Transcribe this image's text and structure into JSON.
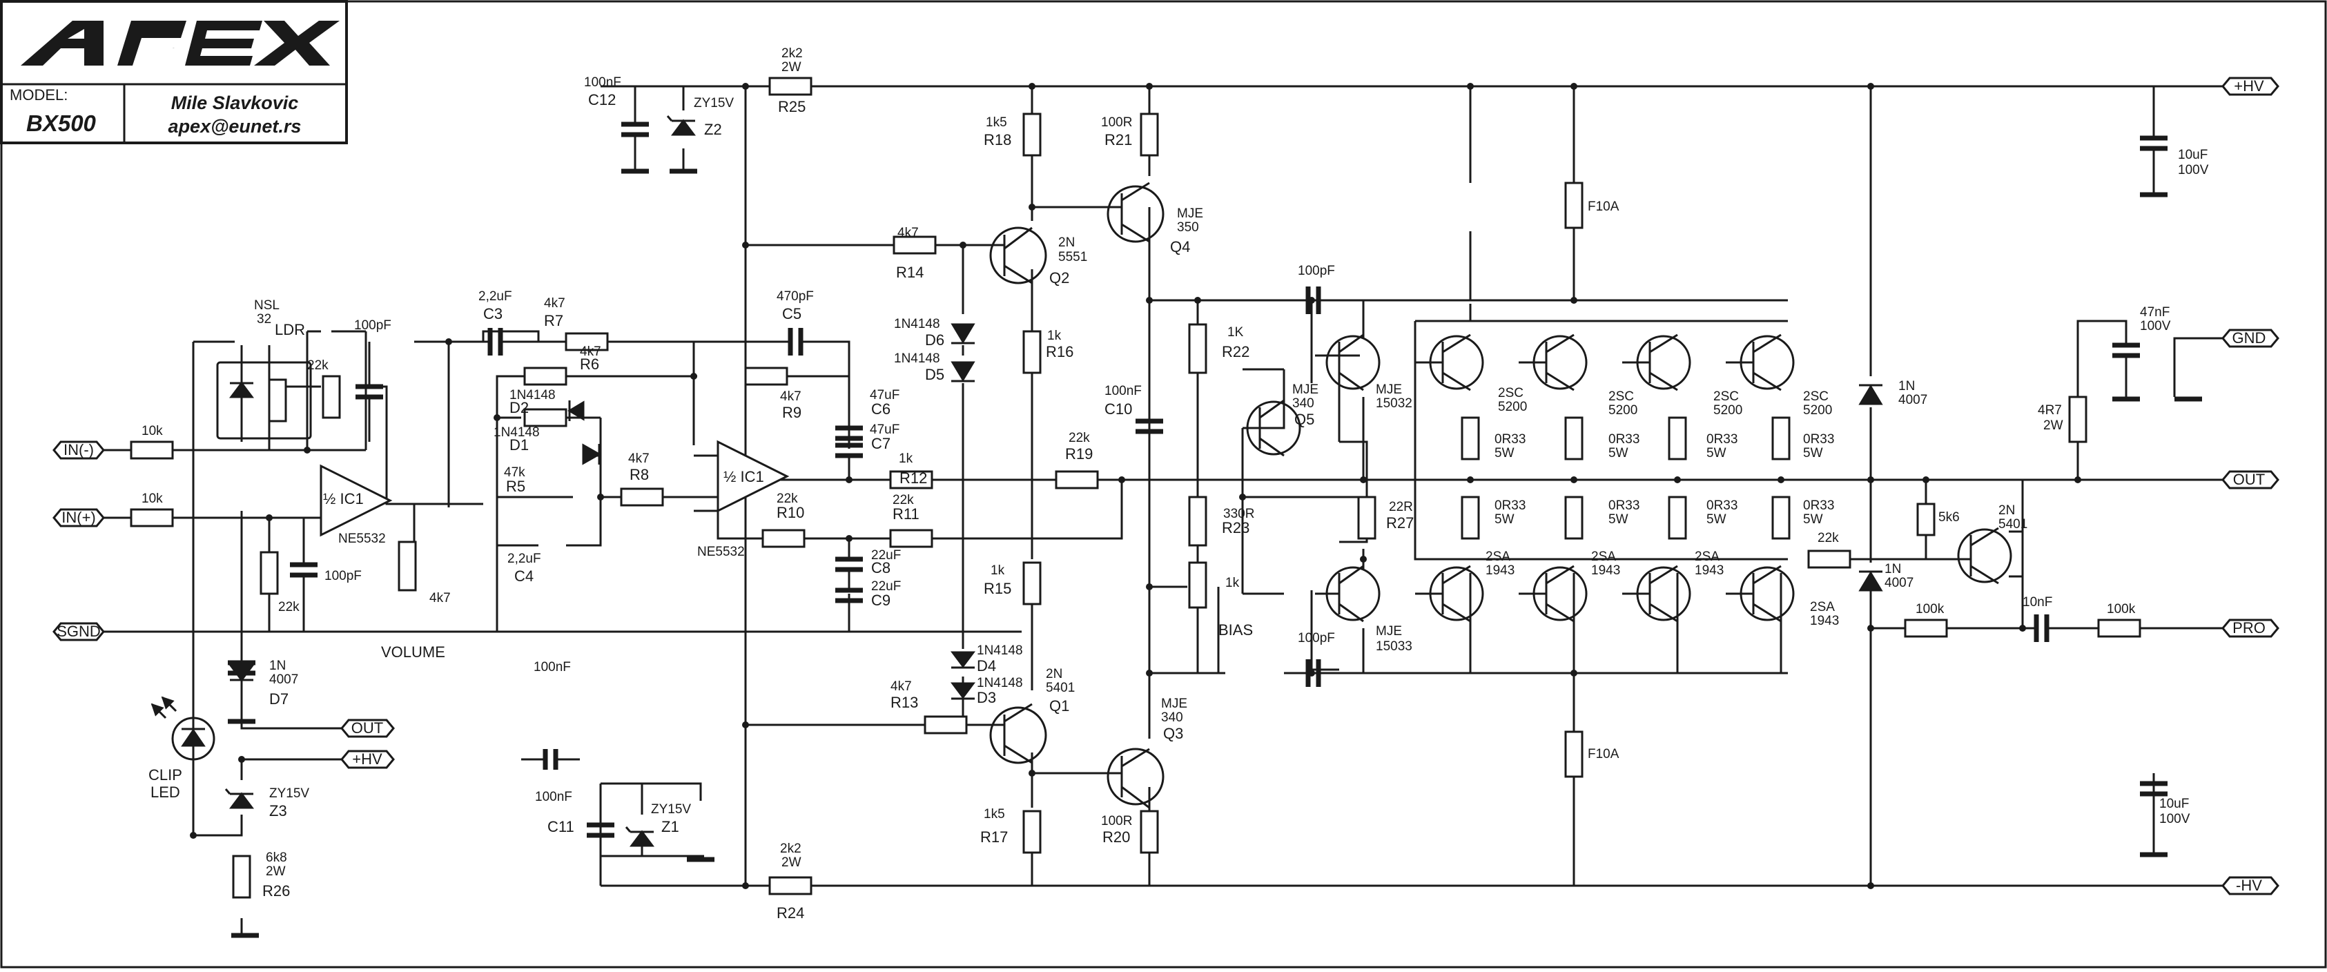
{
  "title_block": {
    "logo_text": "APEX",
    "model_label": "MODEL:",
    "model": "BX500",
    "author": "Mile Slavkovic",
    "email": "apex@eunet.rs"
  },
  "ports": {
    "in_minus": "IN(-)",
    "in_plus": "IN(+)",
    "sgnd": "SGND",
    "out_small": "OUT",
    "hv_small": "+HV",
    "hv_pos": "+HV",
    "gnd": "GND",
    "out": "OUT",
    "pro": "PRO",
    "hv_neg": "-HV"
  },
  "labels": {
    "nsl": "NSL",
    "nsl32": "32",
    "ldr": "LDR",
    "r22k_a": "22k",
    "c100pf_a": "100pF",
    "r10k_a": "10k",
    "r10k_b": "10k",
    "ic1_a": "½ IC1",
    "ne5532_a": "NE5532",
    "r22k_b": "22k",
    "c100pf_b": "100pF",
    "vol_4k7": "4k7",
    "volume": "VOLUME",
    "d7_type": "1N",
    "d7_type2": "4007",
    "d7": "D7",
    "clip": "CLIP",
    "led": "LED",
    "z3_type": "ZY15V",
    "z3": "Z3",
    "r26_v1": "6k8",
    "r26_v2": "2W",
    "r26": "R26",
    "c3_v": "2,2uF",
    "c3": "C3",
    "r7_v": "4k7",
    "r7": "R7",
    "r6_v": "4k7",
    "r6": "R6",
    "d2_type": "1N4148",
    "d2": "D2",
    "d1_type": "1N4148",
    "d1": "D1",
    "r5_v": "47k",
    "r5": "R5",
    "r8_v": "4k7",
    "r8": "R8",
    "c4_v": "2,2uF",
    "c4": "C4",
    "c100nf_sg": "100nF",
    "c5_v": "470pF",
    "c5": "C5",
    "r9_v": "4k7",
    "r9": "R9",
    "c6_v": "47uF",
    "c6": "C6",
    "c7_v": "47uF",
    "c7": "C7",
    "r12_v": "1k",
    "r12": "R12",
    "ic1_b": "½ IC1",
    "ne5532_b": "NE5532",
    "r10_v": "22k",
    "r10": "R10",
    "r11_v": "22k",
    "r11": "R11",
    "c8_v": "22uF",
    "c8": "C8",
    "c9_v": "22uF",
    "c9": "C9",
    "r19_v": "22k",
    "r19": "R19",
    "c12_v": "100nF",
    "c12": "C12",
    "z2_type": "ZY15V",
    "z2": "Z2",
    "r25_v1": "2k2",
    "r25_v2": "2W",
    "r25": "R25",
    "c11_v": "100nF",
    "c11": "C11",
    "z1_type": "ZY15V",
    "z1": "Z1",
    "r24_v1": "2k2",
    "r24_v2": "2W",
    "r24": "R24",
    "r14_v": "4k7",
    "r14": "R14",
    "d6_type": "1N4148",
    "d6": "D6",
    "d5_type": "1N4148",
    "d5": "D5",
    "r18_v": "1k5",
    "r18": "R18",
    "q2_t1": "2N",
    "q2_t2": "5551",
    "q2": "Q2",
    "r16_v": "1k",
    "r16": "R16",
    "r15_v": "1k",
    "r15": "R15",
    "d4_type": "1N4148",
    "d4": "D4",
    "d3_type": "1N4148",
    "d3": "D3",
    "r13_v": "4k7",
    "r13": "R13",
    "q1_t1": "2N",
    "q1_t2": "5401",
    "q1": "Q1",
    "r17_v": "1k5",
    "r17": "R17",
    "r21_v": "100R",
    "r21": "R21",
    "q4_t1": "MJE",
    "q4_t2": "350",
    "q4": "Q4",
    "c10_v": "100nF",
    "c10": "C10",
    "q3_t1": "MJE",
    "q3_t2": "340",
    "q3": "Q3",
    "r20_v": "100R",
    "r20": "R20",
    "r22_v": "1K",
    "r22": "R22",
    "q5_t1": "MJE",
    "q5_t2": "340",
    "q5": "Q5",
    "r23_v": "330R",
    "r23": "R23",
    "bias_v": "1k",
    "bias": "BIAS",
    "c100pf_top": "100pF",
    "c100pf_bot": "100pF",
    "mje15032_1": "MJE",
    "mje15032_2": "15032",
    "mje15033_1": "MJE",
    "mje15033_2": "15033",
    "r27_v": "22R",
    "r27": "R27",
    "n1_1": "2SC",
    "n1_2": "5200",
    "n2_1": "2SC",
    "n2_2": "5200",
    "n3_1": "2SC",
    "n3_2": "5200",
    "n4_1": "2SC",
    "n4_2": "5200",
    "p1_1": "2SA",
    "p1_2": "1943",
    "p2_1": "2SA",
    "p2_2": "1943",
    "p3_1": "2SA",
    "p3_2": "1943",
    "p4_1": "2SA",
    "p4_2": "1943",
    "re_a1": "0R33",
    "re_a2": "5W",
    "re_b1": "0R33",
    "re_b2": "5W",
    "re_c1": "0R33",
    "re_c2": "5W",
    "re_d1": "0R33",
    "re_d2": "5W",
    "re_e1": "0R33",
    "re_e2": "5W",
    "re_f1": "0R33",
    "re_f2": "5W",
    "re_g1": "0R33",
    "re_g2": "5W",
    "re_h1": "0R33",
    "re_h2": "5W",
    "f10a_top": "F10A",
    "f10a_bot": "F10A",
    "c10uf_top1": "10uF",
    "c10uf_top2": "100V",
    "c10uf_bot1": "10uF",
    "c10uf_bot2": "100V",
    "c47nf_1": "47nF",
    "c47nf_2": "100V",
    "r4r7_1": "4R7",
    "r4r7_2": "2W",
    "d1n4007_a1": "1N",
    "d1n4007_a2": "4007",
    "d1n4007_b1": "1N",
    "d1n4007_b2": "4007",
    "r22k_pro": "22k",
    "r5k6": "5k6",
    "qpro_1": "2N",
    "qpro_2": "5401",
    "r100k_a": "100k",
    "r100k_b": "100k",
    "c10nf": "10nF"
  }
}
